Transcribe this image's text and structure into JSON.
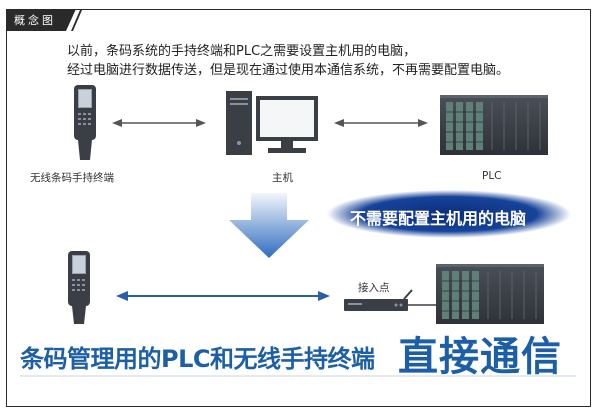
{
  "header": {
    "tab_label": "概念图"
  },
  "intro": {
    "line1": "以前，条码系统的手持终端和PLC之需要设置主机用的电脑，",
    "line2": "经过电脑进行数据传送，但是现在通过使用本通信系统，不再需要配置电脑。"
  },
  "before": {
    "scanner_label": "无线条码手持终端",
    "host_label": "主机",
    "plc_label": "PLC"
  },
  "banner": {
    "text": "不需要配置主机用的电脑"
  },
  "after": {
    "access_point_label": "接入点"
  },
  "slogan": {
    "small": "条码管理用的PLC和无线手持终端",
    "big": "直接通信"
  },
  "colors": {
    "blue_text": "#1d5fa6",
    "arrow_gray": "#555555",
    "arrow_blue": "#2a5fa8",
    "device_dark": "#3a3f46"
  }
}
